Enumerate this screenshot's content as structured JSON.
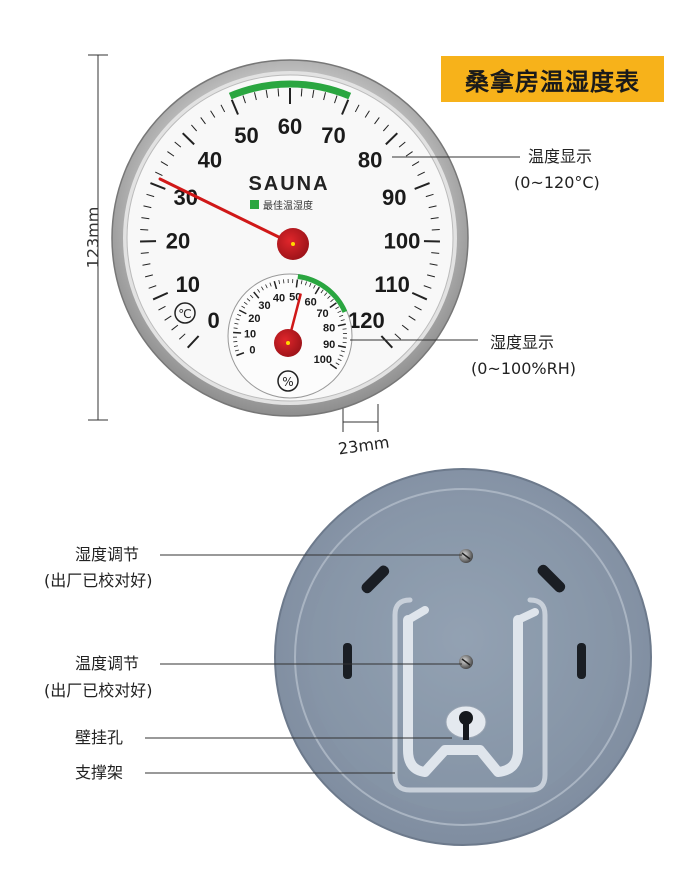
{
  "title": "桑拿房温湿度表",
  "dimensions": {
    "height": "123mm",
    "thickness": "23mm"
  },
  "front_face": {
    "brand": "SAUNA",
    "legend_text": "最佳温湿度",
    "temp_unit": "℃",
    "humidity_unit": "%",
    "temp_scale": [
      "0",
      "10",
      "20",
      "30",
      "40",
      "50",
      "60",
      "70",
      "80",
      "90",
      "100",
      "110",
      "120"
    ],
    "humidity_scale": [
      "0",
      "10",
      "20",
      "30",
      "40",
      "50",
      "60",
      "70",
      "80",
      "90",
      "100"
    ],
    "temp_reading": 32,
    "humidity_reading": 53
  },
  "callouts": {
    "temperature": {
      "line1": "温度显示",
      "line2": "(0~120°C)"
    },
    "humidity": {
      "line1": "湿度显示",
      "line2": "(0~100%RH)"
    }
  },
  "back_callouts": {
    "humidity_adjust": {
      "line1": "湿度调节",
      "line2": "(出厂已校对好)"
    },
    "temp_adjust": {
      "line1": "温度调节",
      "line2": "(出厂已校对好)"
    },
    "hanging_hole": "壁挂孔",
    "stand": "支撑架"
  },
  "colors": {
    "badge": "#f7b21a",
    "needle": "#d01818",
    "hub": "#b0161b",
    "green": "#2aa640",
    "back": "#8a98aa"
  }
}
